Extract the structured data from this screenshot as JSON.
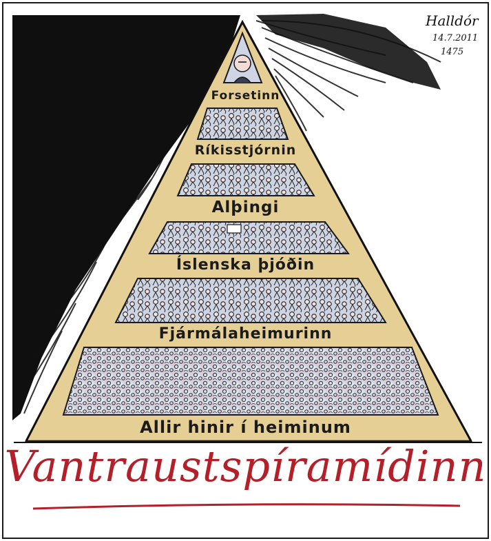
{
  "cartoon": {
    "signature": {
      "name": "Halldór",
      "date": "14.7.2011",
      "number": "1475"
    },
    "tiers": [
      {
        "label": "Forsetinn"
      },
      {
        "label": "Ríkisstjórnin"
      },
      {
        "label": "Alþingi"
      },
      {
        "label": "Íslenska þjóðin"
      },
      {
        "label": "Fjármálaheimurinn"
      },
      {
        "label": "Allir hinir í heiminum"
      }
    ],
    "title": "Vantraustspíramídinn",
    "colors": {
      "pyramid_tan": "#e6cf94",
      "ink": "#111111",
      "title_red": "#b3202a",
      "crowd_blue": "#c7cfe0",
      "crowd_pink": "#e9c9d0"
    }
  }
}
